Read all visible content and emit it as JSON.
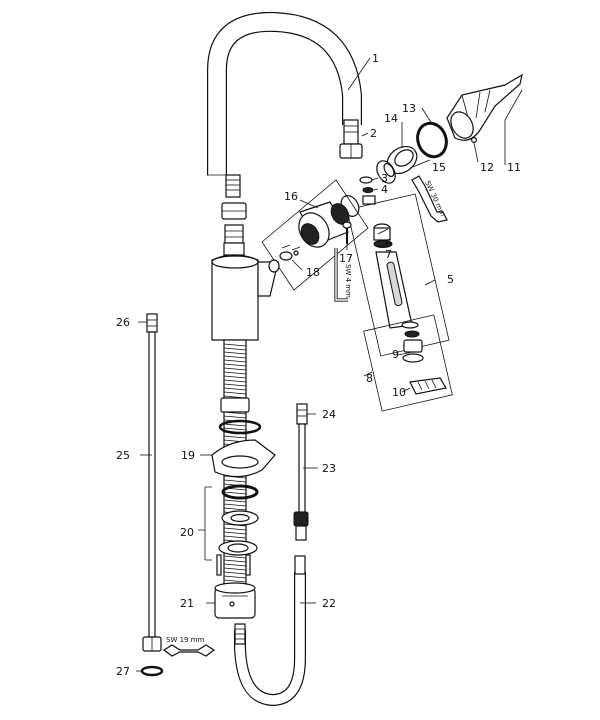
{
  "callouts": [
    "1",
    "2",
    "3",
    "4",
    "5",
    "6",
    "7",
    "8",
    "9",
    "10",
    "11",
    "12",
    "13",
    "14",
    "15",
    "16",
    "17",
    "18",
    "19",
    "20",
    "21",
    "22",
    "23",
    "24",
    "25",
    "26",
    "27"
  ],
  "wrench_labels": {
    "sw30": "SW 30 mm",
    "sw4": "SW 4 mm",
    "sw19": "SW 19 mm"
  },
  "colors": {
    "line": "#111111",
    "fill": "#ffffff",
    "shade": "#d8d8d8"
  }
}
